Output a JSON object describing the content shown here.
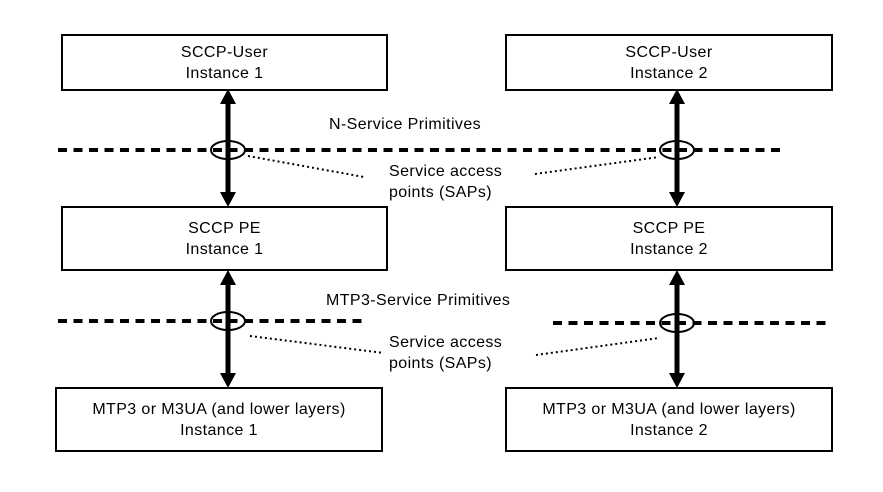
{
  "diagram": {
    "colors": {
      "line": "#000000",
      "background": "#ffffff"
    },
    "nodes": {
      "sccp_user_1": {
        "title": "SCCP-User",
        "subtitle": "Instance 1"
      },
      "sccp_user_2": {
        "title": "SCCP-User",
        "subtitle": "Instance 2"
      },
      "sccp_pe_1": {
        "title": "SCCP PE",
        "subtitle": "Instance 1"
      },
      "sccp_pe_2": {
        "title": "SCCP PE",
        "subtitle": "Instance 2"
      },
      "mtp3_1": {
        "title": "MTP3 or M3UA (and lower layers)",
        "subtitle": "Instance 1"
      },
      "mtp3_2": {
        "title": "MTP3 or M3UA (and lower layers)",
        "subtitle": "Instance 2"
      }
    },
    "annotations": {
      "n_service_primitives": "N-Service Primitives",
      "mtp3_service_primitives": "MTP3-Service Primitives",
      "sap_upper": {
        "line1": "Service access",
        "line2": "points (SAPs)"
      },
      "sap_lower": {
        "line1": "Service access",
        "line2": "points (SAPs)"
      }
    }
  }
}
